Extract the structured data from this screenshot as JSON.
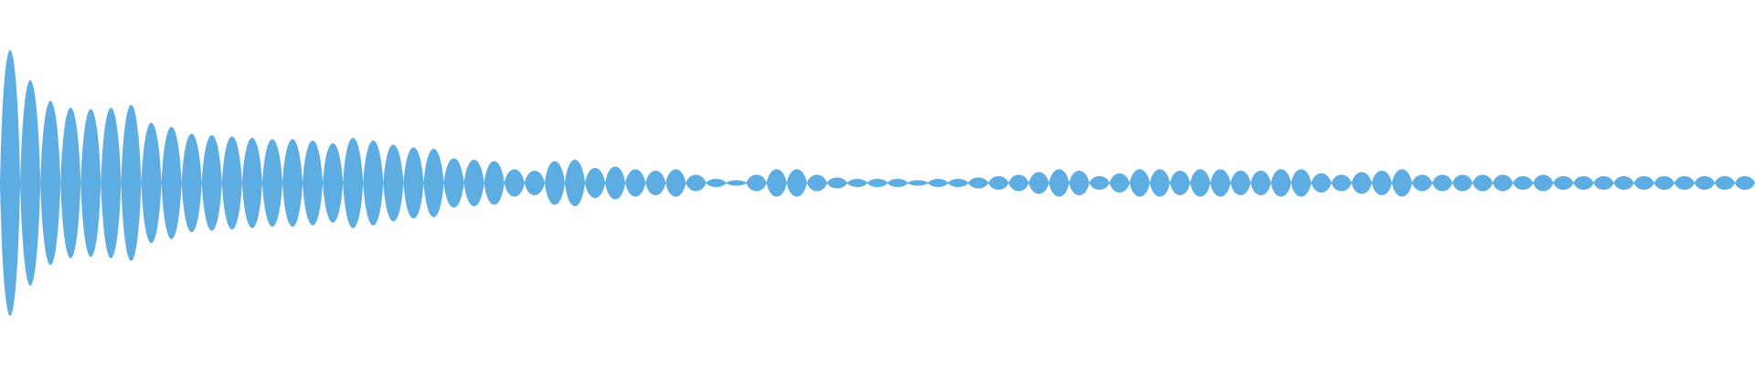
{
  "waveform": {
    "icon": "audio-waveform-icon",
    "colors": {
      "fill": "#5dade2",
      "background": "#ffffff"
    }
  },
  "chart_data": {
    "type": "area",
    "x": [
      0,
      1,
      2,
      3,
      4,
      5,
      6,
      7,
      8,
      9,
      10,
      11,
      12,
      13,
      14,
      15,
      16,
      17,
      18,
      19,
      20,
      21,
      22,
      23,
      24,
      25,
      26,
      27,
      28,
      29,
      30,
      31,
      32,
      33,
      34,
      35,
      36,
      37,
      38,
      39,
      40,
      41,
      42,
      43,
      44,
      45,
      46,
      47,
      48,
      49,
      50,
      51,
      52,
      53,
      54,
      55,
      56,
      57,
      58,
      59,
      60,
      61,
      62,
      63,
      64,
      65,
      66,
      67,
      68,
      69,
      70,
      71,
      72,
      73,
      74,
      75,
      76,
      77,
      78,
      79,
      80,
      81,
      82,
      83,
      84,
      85,
      86
    ],
    "series": [
      {
        "values": [
          0.97,
          0.75,
          0.6,
          0.55,
          0.54,
          0.55,
          0.57,
          0.44,
          0.41,
          0.36,
          0.35,
          0.34,
          0.33,
          0.32,
          0.32,
          0.31,
          0.29,
          0.33,
          0.31,
          0.28,
          0.26,
          0.25,
          0.18,
          0.17,
          0.16,
          0.1,
          0.09,
          0.16,
          0.17,
          0.11,
          0.12,
          0.1,
          0.09,
          0.1,
          0.06,
          0.03,
          0.02,
          0.06,
          0.1,
          0.1,
          0.06,
          0.04,
          0.03,
          0.03,
          0.03,
          0.02,
          0.03,
          0.03,
          0.04,
          0.05,
          0.06,
          0.08,
          0.1,
          0.09,
          0.05,
          0.07,
          0.1,
          0.1,
          0.09,
          0.1,
          0.1,
          0.09,
          0.09,
          0.1,
          0.1,
          0.07,
          0.06,
          0.08,
          0.09,
          0.1,
          0.06,
          0.06,
          0.06,
          0.06,
          0.06,
          0.05,
          0.06,
          0.05,
          0.05,
          0.05,
          0.05,
          0.05,
          0.05,
          0.05,
          0.05,
          0.05,
          0.05
        ]
      }
    ],
    "ylim": [
      -1,
      1
    ],
    "grid": false
  }
}
